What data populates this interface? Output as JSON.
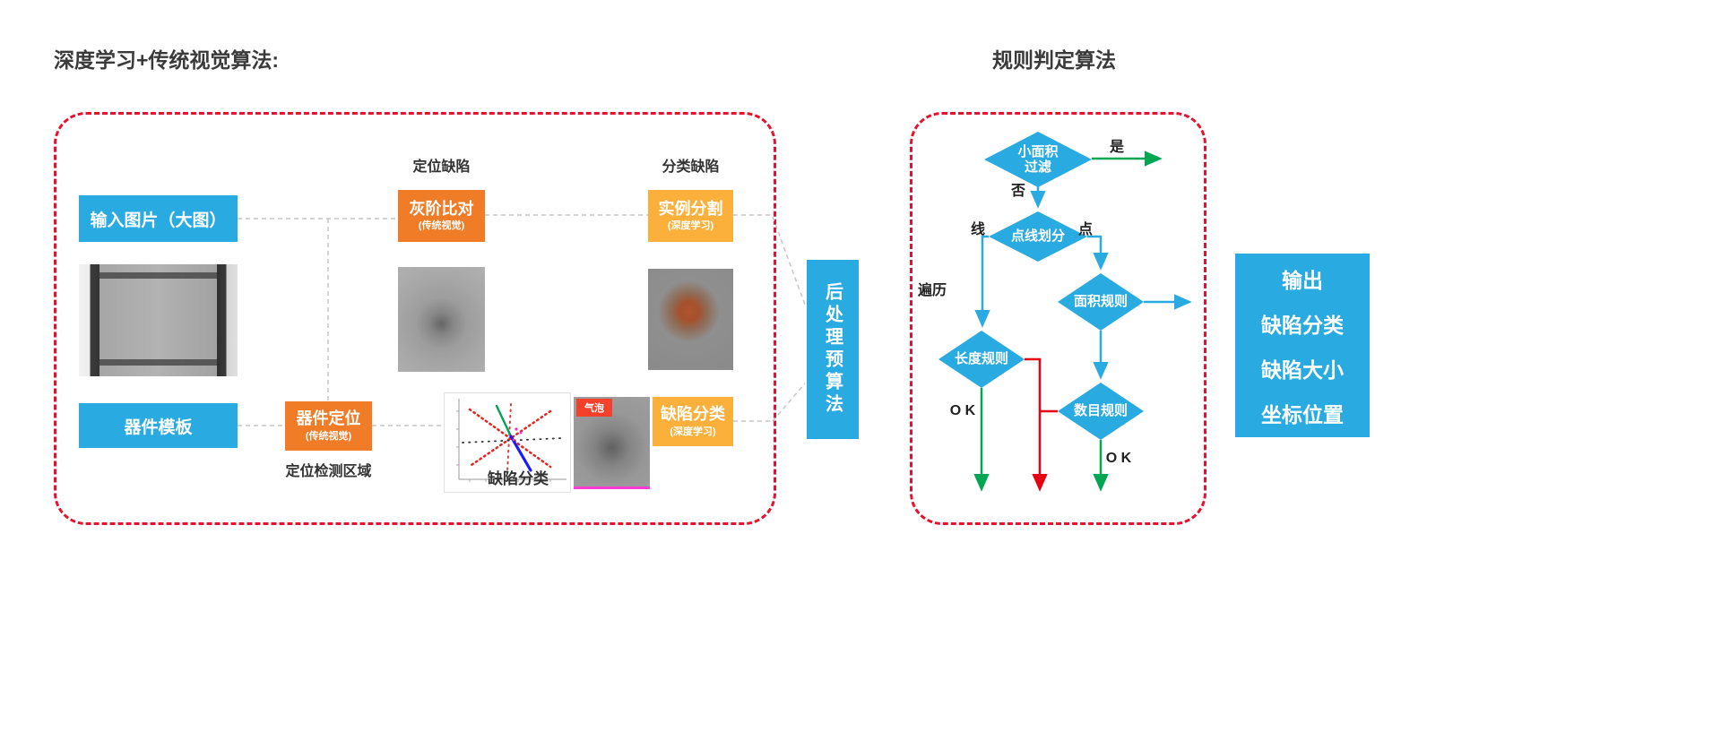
{
  "titles": {
    "left": "深度学习+传统视觉算法:",
    "right": "规则判定算法"
  },
  "left_panel": {
    "boxes": {
      "input_image": "输入图片（大图）",
      "device_template": "器件模板",
      "device_locate": {
        "title": "器件定位",
        "subtitle": "(传统视觉)"
      },
      "gray_compare": {
        "title": "灰阶比对",
        "subtitle": "(传统视觉)"
      },
      "instance_seg": {
        "title": "实例分割",
        "subtitle": "(深度学习)"
      },
      "defect_classify": {
        "title": "缺陷分类",
        "subtitle": "(深度学习)"
      }
    },
    "labels": {
      "locate_defect": "定位缺陷",
      "classify_defect": "分类缺陷",
      "locate_region": "定位检测区域",
      "scatter_caption": "缺陷分类",
      "bubble_tag": "气泡"
    },
    "post_process": "后处理预算法"
  },
  "flowchart": {
    "nodes": {
      "small_area_filter": [
        "小面积",
        "过滤"
      ],
      "point_line_divide": "点线划分",
      "area_rule": "面积规则",
      "length_rule": "长度规则",
      "count_rule": "数目规则"
    },
    "labels": {
      "yes": "是",
      "no": "否",
      "line": "线",
      "point": "点",
      "traverse": "遍历",
      "ok": "O K"
    }
  },
  "output_box": {
    "lines": [
      "输出",
      "缺陷分类",
      "缺陷大小",
      "坐标位置"
    ]
  },
  "colors": {
    "accent_blue": "#29abe2",
    "accent_orange": "#f07c28",
    "accent_yellow": "#fbb03b",
    "border_red": "#e8112d",
    "arrow_green": "#00a651",
    "arrow_red": "#e60012",
    "bubble_line_magenta": "#ff3bd4"
  }
}
